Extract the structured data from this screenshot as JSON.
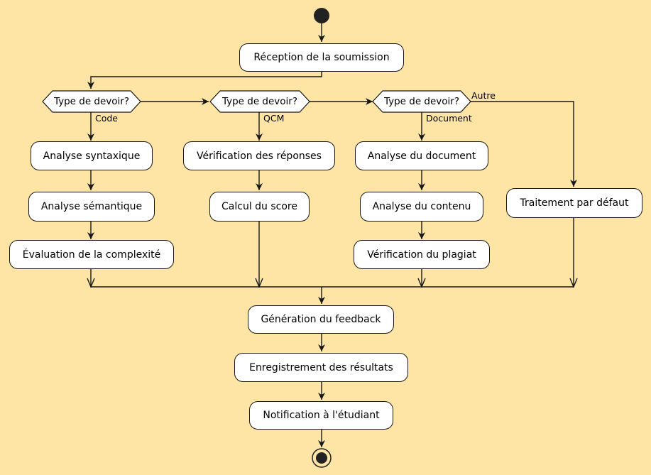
{
  "actions": {
    "reception": "Réception de la soumission",
    "syntax": "Analyse syntaxique",
    "semantic": "Analyse sémantique",
    "complexity": "Évaluation de la complexité",
    "verify_answers": "Vérification des réponses",
    "score": "Calcul du score",
    "doc_analysis": "Analyse du document",
    "content_analysis": "Analyse du contenu",
    "plagiarism": "Vérification du plagiat",
    "default": "Traitement par défaut",
    "feedback": "Génération du feedback",
    "save": "Enregistrement des résultats",
    "notify": "Notification à l'étudiant"
  },
  "decisions": {
    "d1": "Type de devoir?",
    "d2": "Type de devoir?",
    "d3": "Type de devoir?"
  },
  "branches": {
    "code": "Code",
    "qcm": "QCM",
    "document": "Document",
    "other": "Autre"
  }
}
